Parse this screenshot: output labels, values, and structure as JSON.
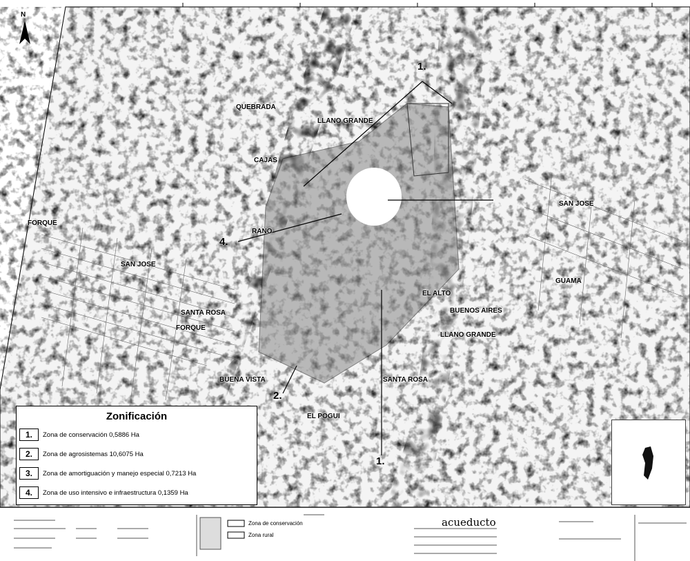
{
  "map": {
    "north_label": "N",
    "place_labels": [
      "QUEBRADA",
      "LLANO GRANDE",
      "FORQUE",
      "BUENOS AIRES",
      "LLANO GRANDE",
      "SANTA ROSA",
      "BUENA VISTA",
      "EL POGUI",
      "SANTA ROSA",
      "RANO",
      "CAJAS",
      "FORQUE",
      "GUAMA",
      "EL ALTO",
      "SAN JOSE",
      "SAN JOSE"
    ],
    "callouts": [
      "1.",
      "4.",
      "2.",
      "1."
    ]
  },
  "legend": {
    "title": "Zonificación",
    "items": [
      {
        "num": "1.",
        "text": "Zona de conservación 0,5886 Ha"
      },
      {
        "num": "2.",
        "text": "Zona de agrosistemas 10,6075 Ha"
      },
      {
        "num": "3.",
        "text": "Zona de amortiguación y manejo especial 0,7213 Ha"
      },
      {
        "num": "4.",
        "text": "Zona de uso intensivo e infraestructura 0,1359 Ha"
      }
    ]
  },
  "footer": {
    "org": "acueducto",
    "small_text_1": "Zona de conservación",
    "small_text_2": "Zona rural"
  },
  "colors": {
    "zone_outline": "#000000",
    "background": "#ffffff"
  }
}
